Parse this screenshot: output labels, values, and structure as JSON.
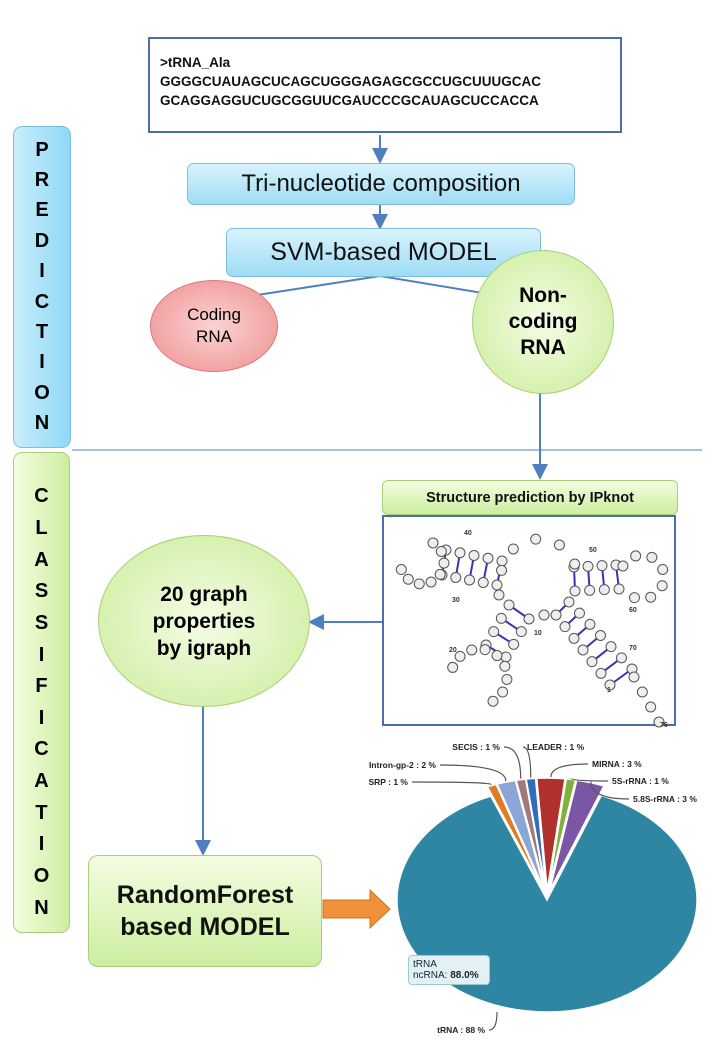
{
  "sequence_box": {
    "header": ">tRNA_Ala",
    "line1": "GGGGCUAUAGCUCAGCUGGGAGAGCGCCUGCUUUGCAC",
    "line2": "GCAGGAGGUCUGCGGUUCGAUCCCGCAUAGCUCCACCA"
  },
  "steps": {
    "trinucleotide": "Tri-nucleotide composition",
    "svm": "SVM-based MODEL",
    "coding": [
      "Coding",
      "RNA"
    ],
    "noncoding": [
      "Non-",
      "coding",
      "RNA"
    ],
    "structure": "Structure prediction by IPknot",
    "graph": [
      "20 graph",
      "properties",
      "by igraph"
    ],
    "randomforest": [
      "RandomForest",
      "based MODEL"
    ]
  },
  "sections": {
    "prediction": [
      "P",
      "R",
      "E",
      "D",
      "I",
      "C",
      "T",
      "I",
      "O",
      "N"
    ],
    "classification": [
      "C",
      "L",
      "A",
      "S",
      "S",
      "I",
      "F",
      "I",
      "C",
      "A",
      "T",
      "I",
      "O",
      "N"
    ]
  },
  "structure_numbers": [
    "40",
    "30",
    "50",
    "60",
    "10",
    "20",
    "70",
    "1",
    "76"
  ],
  "pie": {
    "slices": [
      {
        "label": "SRP : 1 %",
        "value": 1,
        "color": "#e07b22"
      },
      {
        "label": "Intron-gp-2 : 2 %",
        "value": 2,
        "color": "#8aa6d4"
      },
      {
        "label": "SECIS : 1 %",
        "value": 1,
        "color": "#a07a7a"
      },
      {
        "label": "LEADER : 1 %",
        "value": 1,
        "color": "#2f6fb8"
      },
      {
        "label": "MIRNA : 3 %",
        "value": 3,
        "color": "#b0302e"
      },
      {
        "label": "5S-rRNA : 1 %",
        "value": 1,
        "color": "#7fb23c"
      },
      {
        "label": "5.8S-rRNA : 3 %",
        "value": 3,
        "color": "#7a56a4"
      },
      {
        "label": "tRNA : 88 %",
        "value": 88,
        "color": "#2e86a2"
      }
    ],
    "tooltip": {
      "line1": "tRNA",
      "line2": "ncRNA:",
      "value": "88.0%"
    }
  }
}
